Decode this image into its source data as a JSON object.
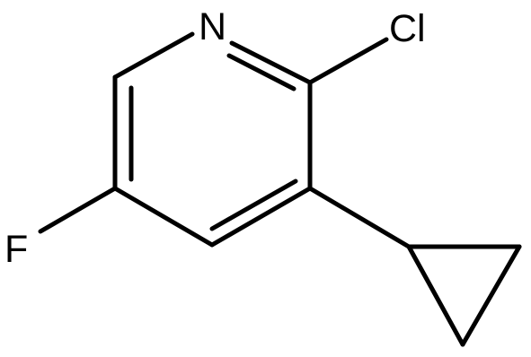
{
  "atoms": {
    "nitrogen": "N",
    "chlorine": "Cl",
    "fluorine": "F"
  },
  "colors": {
    "bond": "#000000",
    "label": "#000000",
    "background": "#ffffff"
  }
}
